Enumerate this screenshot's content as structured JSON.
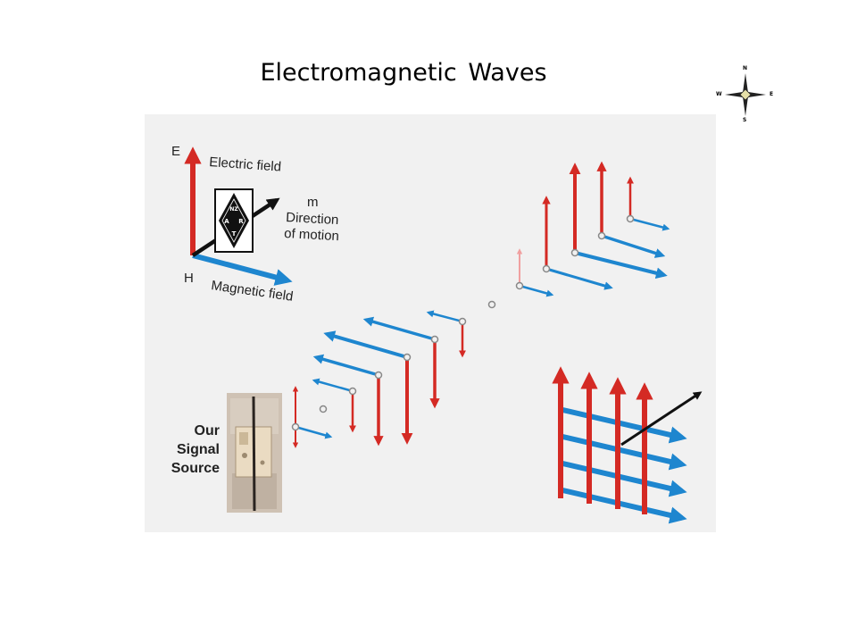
{
  "slide": {
    "title": "Electromagnetic Waves"
  },
  "compass": {
    "north": "N",
    "south": "S",
    "east": "E",
    "west": "W"
  },
  "legend": {
    "e_axis": "E",
    "electric_field": "Electric field",
    "h_axis": "H",
    "magnetic_field": "Magnetic field",
    "direction_symbol": "m",
    "direction_line1": "Direction",
    "direction_line2": "of motion",
    "badge_text": [
      "NZ",
      "A",
      "R",
      "T"
    ]
  },
  "source": {
    "line1": "Our",
    "line2": "Signal",
    "line3": "Source"
  },
  "colors": {
    "electric": "#d42a24",
    "magnetic": "#1e86cf",
    "motion": "#111111",
    "background": "#f1f1f1"
  }
}
